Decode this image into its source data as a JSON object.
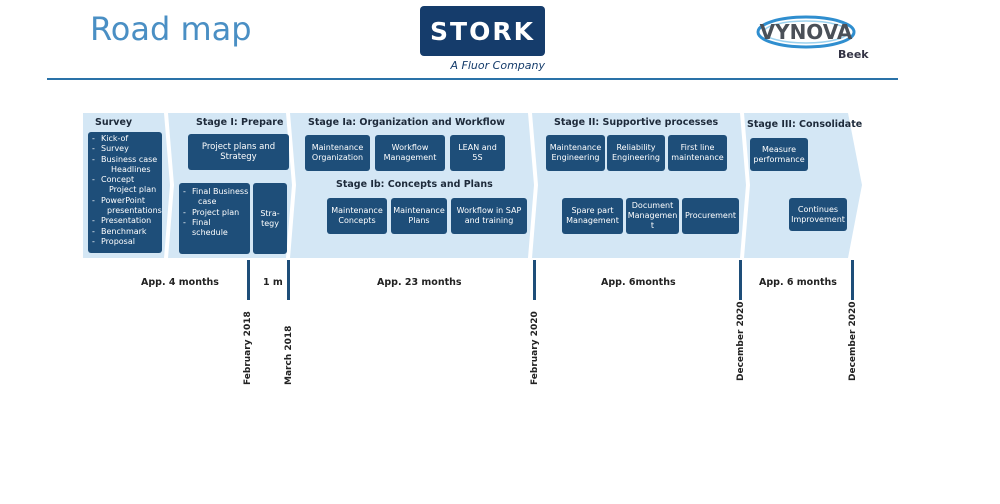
{
  "header": {
    "title": "Road map",
    "stork_logo": "STORK",
    "stork_tagline": "A Fluor Company",
    "vynova_logo": "VYNOVA",
    "vynova_sub": "Beek"
  },
  "survey": {
    "title": "Survey",
    "items": [
      "Kick-of",
      "Survey",
      "Business case",
      "Headlines",
      "Concept",
      "Project plan",
      "PowerPoint",
      "presentations",
      "Presentation",
      "Benchmark",
      "Proposal"
    ]
  },
  "stage1": {
    "title": "Stage I: Prepare",
    "box_plans": "Project plans and Strategy",
    "items": [
      "Final Business",
      "case",
      "Project plan",
      "Final",
      "schedule"
    ],
    "box_strategy": "Stra-tegy"
  },
  "stage1a": {
    "title": "Stage Ia: Organization and Workflow",
    "boxes": [
      "Maintenance Organization",
      "Workflow Management",
      "LEAN and 5S"
    ]
  },
  "stage1b": {
    "title": "Stage Ib: Concepts and Plans",
    "boxes": [
      "Maintenance Concepts",
      "Maintenance Plans",
      "Workflow in SAP and training"
    ]
  },
  "stage2": {
    "title": "Stage II: Supportive processes",
    "boxes_top": [
      "Maintenance Engineering",
      "Reliability Engineering",
      "First line maintenance"
    ],
    "boxes_bottom": [
      "Spare part Management",
      "Document Managemen t",
      "Procurement"
    ]
  },
  "stage3": {
    "title": "Stage III: Consolidate",
    "boxes": [
      "Measure performance",
      "Continues Improvement"
    ]
  },
  "timeline": {
    "durations": [
      "App. 4 months",
      "1 m",
      "App. 23 months",
      "App. 6months",
      "App. 6 months"
    ],
    "dates": [
      "February 2018",
      "March 2018",
      "February 2020",
      "December 2020",
      "December 2020"
    ]
  },
  "colors": {
    "title": "#4a8fc4",
    "box": "#1e4e79",
    "band": "#d4e7f5",
    "rule": "#2a72a8"
  }
}
